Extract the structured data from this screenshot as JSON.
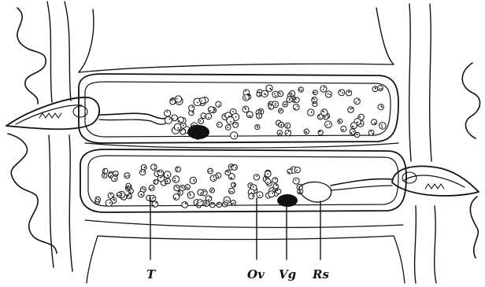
{
  "labels": {
    "t": "T",
    "ov": "Ov",
    "vg": "Vg",
    "rs": "Rs"
  },
  "colors": {
    "ink": "#111111",
    "paper": "#ffffff"
  }
}
